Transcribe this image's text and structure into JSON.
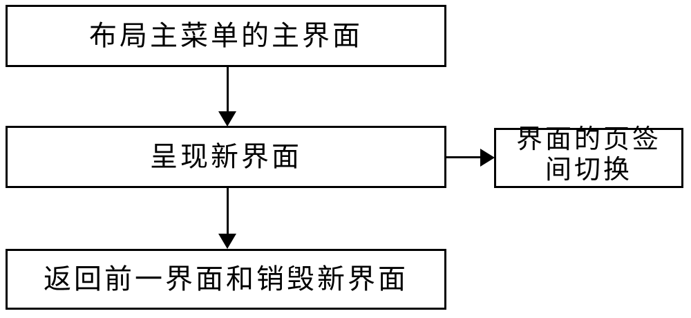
{
  "figure": {
    "type": "flowchart",
    "background": "#ffffff",
    "stroke_color": "#000000",
    "nodes": {
      "main_interface": {
        "label": "布局主菜单的主界面"
      },
      "new_interface": {
        "label": "呈现新界面"
      },
      "tab_switch": {
        "line1": "界面的页签",
        "line2": "间切换",
        "full": "界面的页签间切换"
      },
      "return_destroy": {
        "label": "返回前一界面和销毁新界面"
      }
    },
    "edges": [
      {
        "from": "main_interface",
        "to": "new_interface",
        "direction": "down"
      },
      {
        "from": "new_interface",
        "to": "tab_switch",
        "direction": "right"
      },
      {
        "from": "new_interface",
        "to": "return_destroy",
        "direction": "down"
      }
    ]
  }
}
